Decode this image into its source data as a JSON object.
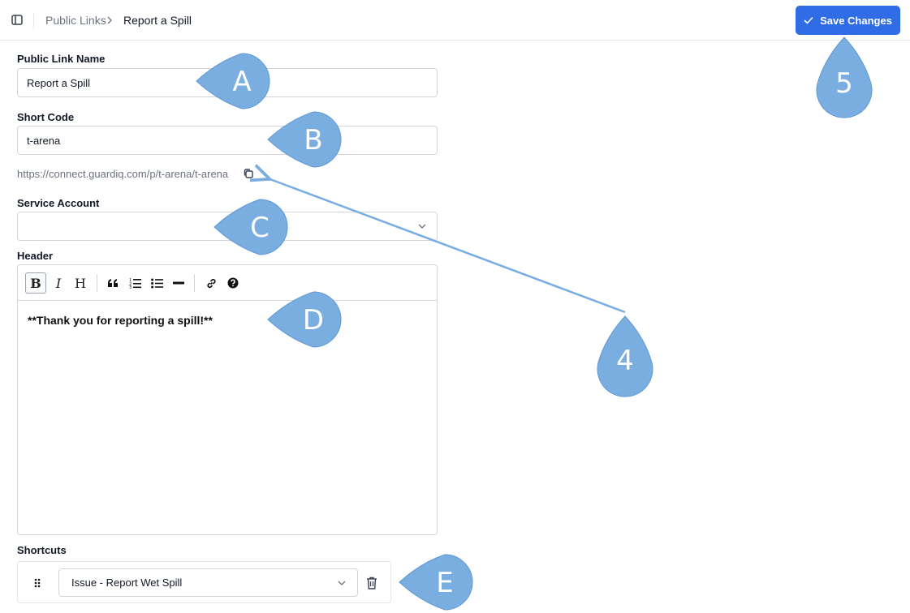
{
  "header": {
    "breadcrumb": [
      "Public Links",
      "Report a Spill"
    ],
    "save_label": "Save Changes"
  },
  "form": {
    "public_link_name": {
      "label": "Public Link Name",
      "value": "Report a Spill"
    },
    "short_code": {
      "label": "Short Code",
      "value": "t-arena"
    },
    "public_url": "https://connect.guardiq.com/p/t-arena/t-arena",
    "service_account": {
      "label": "Service Account",
      "value": ""
    },
    "header_field": {
      "label": "Header",
      "toolbar": [
        "bold-icon",
        "italic-icon",
        "heading-icon",
        "quote-icon",
        "ordered-list-icon",
        "unordered-list-icon",
        "horizontal-rule-icon",
        "link-icon",
        "help-icon"
      ],
      "content": "**Thank you for reporting a spill!**"
    },
    "shortcuts": {
      "label": "Shortcuts",
      "items": [
        {
          "value": "Issue - Report Wet Spill"
        }
      ]
    }
  },
  "annotations": {
    "color": "#7aaee0",
    "markers": [
      "A",
      "B",
      "C",
      "D",
      "E",
      "4",
      "5"
    ]
  },
  "colors": {
    "accent": "#2f6ce5",
    "marker": "#7aaee0"
  }
}
